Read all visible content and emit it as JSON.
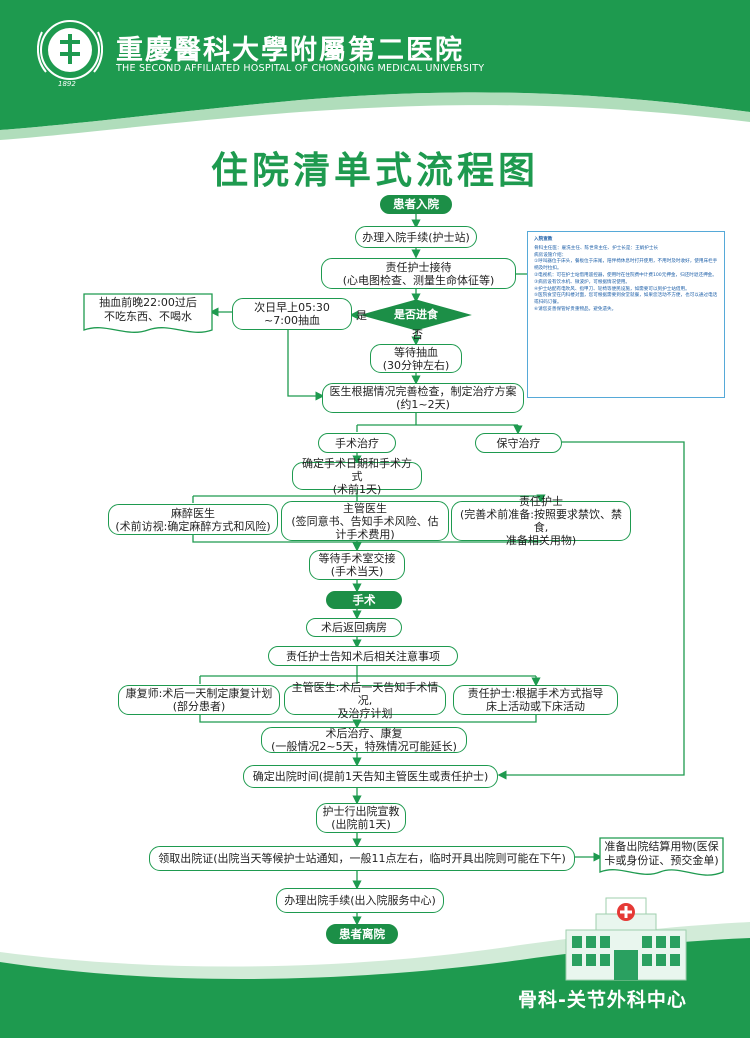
{
  "header": {
    "hospital_name_cn": "重慶醫科大學附屬第二医院",
    "hospital_name_en": "THE SECOND AFFILIATED HOSPITAL OF CHONGQING MEDICAL UNIVERSITY",
    "logo_year": "1892"
  },
  "title": "住院清单式流程图",
  "flow": {
    "admit": "患者入院",
    "admission_procedure": "办理入院手续(护士站)",
    "nurse_reception": "责任护士接待\n(心电图检查、测量生命体征等)",
    "fasting_decision": "是否进食",
    "yes_label": "是",
    "no_label": "否",
    "blood_draw_morning": "次日早上05:30\n~7:00抽血",
    "fasting_note": "抽血前晚22:00过后\n不吃东西、不喝水",
    "wait_blood": "等待抽血\n(30分钟左右)",
    "doctor_plan": "医生根据情况完善检查，制定治疗方案\n(约1~2天)",
    "surgery_treatment": "手术治疗",
    "conservative_treatment": "保守治疗",
    "surgery_date": "确定手术日期和手术方式\n(术前1天)",
    "anesthetist": "麻醉医生\n(术前访视:确定麻醉方式和风险)",
    "attending_doctor": "主管医生\n(签同意书、告知手术风险、估\n计手术费用)",
    "primary_nurse": "责任护士\n(完善术前准备:按照要求禁饮、禁食,\n准备相关用物)",
    "wait_transfer": "等待手术室交接\n(手术当天)",
    "surgery": "手术",
    "return_ward": "术后返回病房",
    "postop_notice": "责任护士告知术后相关注意事项",
    "rehab": "康复师:术后一天制定康复计划\n(部分患者)",
    "doctor_postop": "主管医生:术后一天告知手术情况,\n及治疗计划",
    "nurse_postop": "责任护士:根据手术方式指导\n床上活动或下床活动",
    "postop_recovery": "术后治疗、康复\n(一般情况2~5天，特殊情况可能延长)",
    "discharge_time": "确定出院时间(提前1天告知主管医生或责任护士)",
    "discharge_education": "护士行出院宣教\n(出院前1天)",
    "discharge_certificate": "领取出院证(出院当天等候护士站通知，一般11点左右，临时开具出院则可能在下午)",
    "discharge_items_note": "准备出院结算用物(医保\n卡或身份证、预交金单)",
    "discharge_procedure": "办理出院手续(出入院服务中心)",
    "patient_leaves": "患者离院"
  },
  "info_box": {
    "title": "入院宣教",
    "lines": [
      "骨科主任医：雇洗主任、陈世荣主任、护士长是：王娟护士长",
      "病房设施介绍：",
      "①呼叫器位于床头，餐板位于床尾，陪伴椅休息时打开使用，不用时及时收好，使用床栏手柄及时拉扣。",
      "②电视机：可在护士站借用遥控器，使用时在住院费中计费100元押金，归还时退还押金。",
      "③病房设有饮水机、微波炉，可根据情况使用。",
      "④护士站配有电吹风、指甲刀、轮椅等便民设施，如需要可以到护士站借用。",
      "⑤医院食堂在内科楼对面，您可根据需要到食堂就餐，如果您活动不方便，也可以通过电话或扫码订餐。",
      "⑥请您妥善保管好贵重物品，避免遗失。"
    ]
  },
  "footer": {
    "department": "骨科-关节外科中心"
  },
  "colors": {
    "brand_green": "#1e9a4f",
    "dark_green": "#147a3b",
    "info_blue": "#1d5fa8"
  }
}
